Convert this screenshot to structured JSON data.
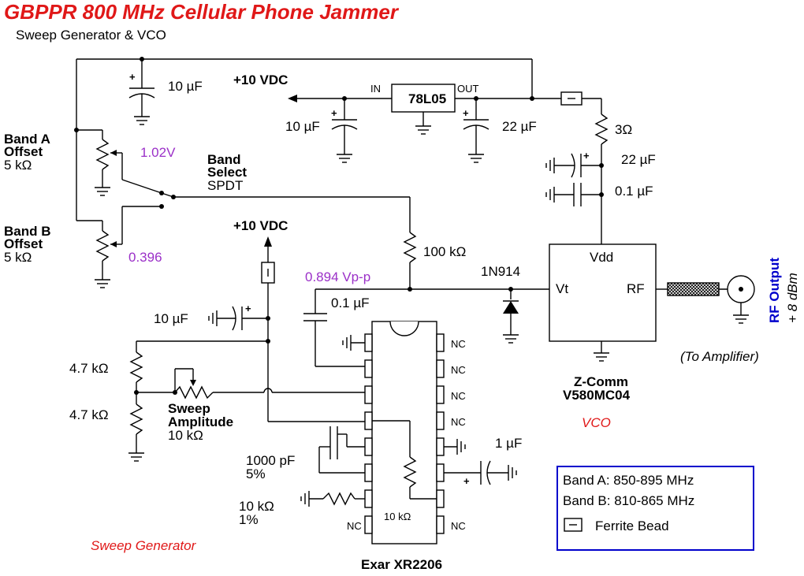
{
  "title": "GBPPR 800 MHz Cellular Phone Jammer",
  "subtitle": "Sweep Generator & VCO",
  "power": {
    "vdc_top": "+10 VDC",
    "vdc_mid": "+10 VDC",
    "regulator": "78L05",
    "reg_in": "IN",
    "reg_out": "OUT"
  },
  "components": {
    "c_top": "10 µF",
    "c_reg_in": "10 µF",
    "c_reg_out": "22 µF",
    "r_3ohm": "3Ω",
    "c_vdd_22": "22 µF",
    "c_vdd_01": "0.1 µF",
    "r_100k": "100 kΩ",
    "c_couple": "0.1 µF",
    "c_10uf_mid": "10 µF",
    "diode": "1N914",
    "r_47k_1": "4.7 kΩ",
    "r_47k_2": "4.7 kΩ",
    "c_1000pf_1": "1000 pF",
    "c_1000pf_2": "5%",
    "r_10k_1": "10 kΩ",
    "r_10k_2": "1%",
    "r_10k_inner": "10 kΩ",
    "c_1uf": "1 µF",
    "nc": "NC"
  },
  "band_a": {
    "l1": "Band A",
    "l2": "Offset",
    "l3": "5 kΩ",
    "voltage": "1.02V"
  },
  "band_b": {
    "l1": "Band B",
    "l2": "Offset",
    "l3": "5 kΩ",
    "voltage": "0.396"
  },
  "band_select": {
    "l1": "Band",
    "l2": "Select",
    "l3": "SPDT"
  },
  "sweep": {
    "l1": "Sweep",
    "l2": "Amplitude",
    "l3": "10 kΩ",
    "vpp": "0.894 Vp-p"
  },
  "vco": {
    "vdd": "Vdd",
    "vt": "Vt",
    "rf": "RF",
    "name1": "Z-Comm",
    "name2": "V580MC04",
    "label": "VCO"
  },
  "rf_output": {
    "label": "RF Output",
    "power": "+ 8 dBm",
    "note": "(To Amplifier)"
  },
  "ic": {
    "name": "Exar XR2206"
  },
  "section_sweep": "Sweep Generator",
  "legend": {
    "band_a": "Band A: 850-895 MHz",
    "band_b": "Band B: 810-865 MHz",
    "ferrite": "Ferrite Bead"
  }
}
